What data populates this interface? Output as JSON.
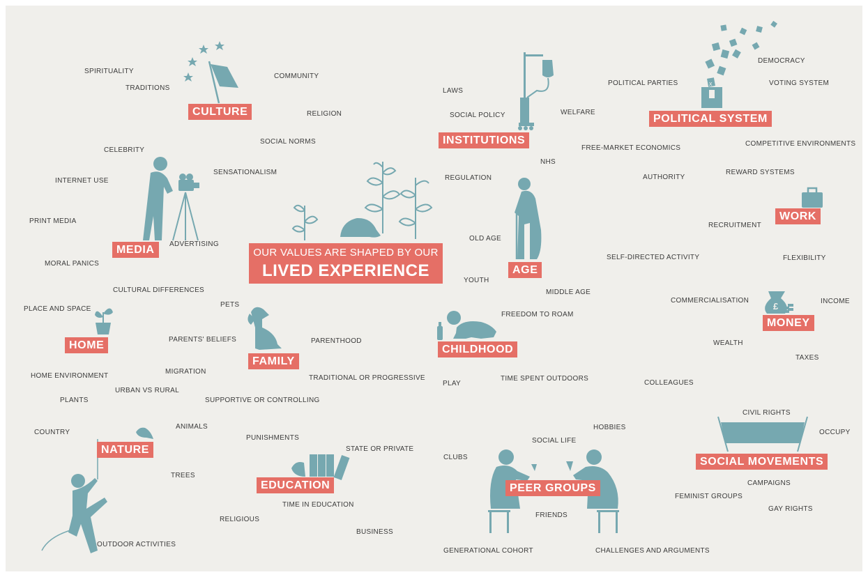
{
  "center": {
    "line1": "OUR VALUES ARE SHAPED BY OUR",
    "line2": "LIVED EXPERIENCE"
  },
  "categories": {
    "culture": "CULTURE",
    "media": "MEDIA",
    "home": "HOME",
    "family": "FAMILY",
    "nature": "NATURE",
    "education": "EDUCATION",
    "institutions": "INSTITUTIONS",
    "age": "AGE",
    "childhood": "CHILDHOOD",
    "peer_groups": "PEER GROUPS",
    "political_system": "POLITICAL SYSTEM",
    "work": "WORK",
    "money": "MONEY",
    "social_movements": "SOCIAL MOVEMENTS"
  },
  "terms": {
    "spirituality": "SPIRITUALITY",
    "traditions": "TRADITIONS",
    "community": "COMMUNITY",
    "religion": "RELIGION",
    "social_norms": "SOCIAL NORMS",
    "celebrity": "CELEBRITY",
    "sensationalism": "SENSATIONALISM",
    "internet_use": "INTERNET USE",
    "print_media": "PRINT MEDIA",
    "advertising": "ADVERTISING",
    "moral_panics": "MORAL PANICS",
    "cultural_differences": "CULTURAL DIFFERENCES",
    "place_and_space": "PLACE AND SPACE",
    "pets": "PETS",
    "parents_beliefs": "PARENTS' BELIEFS",
    "parenthood": "PARENTHOOD",
    "home_environment": "HOME ENVIRONMENT",
    "migration": "MIGRATION",
    "traditional_or_progressive": "TRADITIONAL OR PROGRESSIVE",
    "urban_vs_rural": "URBAN VS RURAL",
    "plants": "PLANTS",
    "supportive_or_controlling": "SUPPORTIVE OR CONTROLLING",
    "animals": "ANIMALS",
    "country": "COUNTRY",
    "punishments": "PUNISHMENTS",
    "state_or_private": "STATE OR PRIVATE",
    "trees": "TREES",
    "time_in_education": "TIME IN EDUCATION",
    "religious": "RELIGIOUS",
    "business": "BUSINESS",
    "outdoor_activities": "OUTDOOR ACTIVITIES",
    "laws": "LAWS",
    "social_policy": "SOCIAL POLICY",
    "welfare": "WELFARE",
    "political_parties": "POLITICAL PARTIES",
    "democracy": "DEMOCRACY",
    "voting_system": "VOTING SYSTEM",
    "free_market_economics": "FREE-MARKET ECONOMICS",
    "competitive_environments": "COMPETITIVE ENVIRONMENTS",
    "nhs": "NHS",
    "regulation": "REGULATION",
    "authority": "AUTHORITY",
    "reward_systems": "REWARD SYSTEMS",
    "recruitment": "RECRUITMENT",
    "old_age": "OLD AGE",
    "self_directed_activity": "SELF-DIRECTED ACTIVITY",
    "flexibility": "FLEXIBILITY",
    "youth": "YOUTH",
    "middle_age": "MIDDLE AGE",
    "commercialisation": "COMMERCIALISATION",
    "income": "INCOME",
    "freedom_to_roam": "FREEDOM TO ROAM",
    "wealth": "WEALTH",
    "taxes": "TAXES",
    "play": "PLAY",
    "time_spent_outdoors": "TIME SPENT OUTDOORS",
    "colleagues": "COLLEAGUES",
    "civil_rights": "CIVIL RIGHTS",
    "occupy": "OCCUPY",
    "hobbies": "HOBBIES",
    "social_life": "SOCIAL LIFE",
    "clubs": "CLUBS",
    "campaigns": "CAMPAIGNS",
    "feminist_groups": "FEMINIST GROUPS",
    "friends": "FRIENDS",
    "gay_rights": "GAY RIGHTS",
    "generational_cohort": "GENERATIONAL COHORT",
    "challenges_and_arguments": "CHALLENGES AND ARGUMENTS"
  },
  "icons": {
    "money_symbol": "£",
    "ballot_mark": "x"
  },
  "colors": {
    "background": "#f0efeb",
    "accent": "#e56f66",
    "illustration": "#76a8b0",
    "text": "#3b3b3b"
  }
}
